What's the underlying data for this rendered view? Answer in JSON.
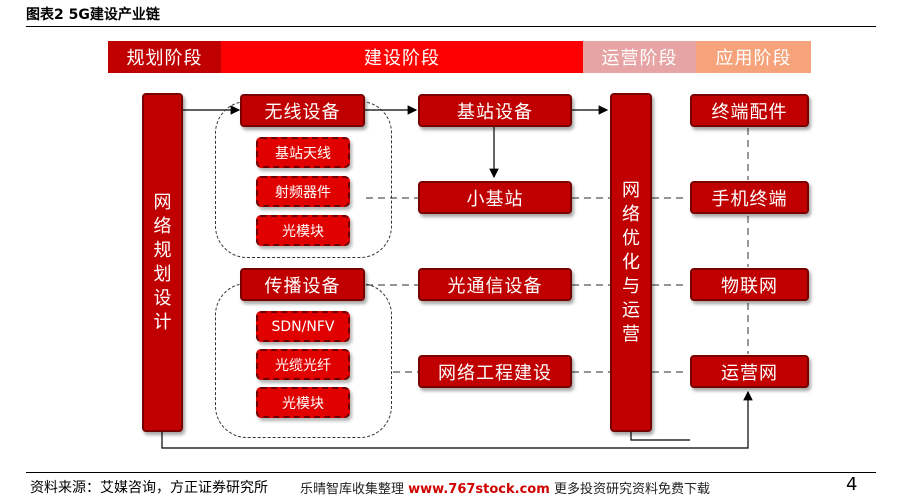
{
  "figure": {
    "title": "图表2 5G建设产业链",
    "source": "资料来源：艾媒咨询，方正证券研究所",
    "watermark_prefix": "乐晴智库收集整理",
    "watermark_url": "www.767stock.com",
    "watermark_suffix": "更多投资研究资料免费下载",
    "page_number": "4"
  },
  "colors": {
    "dark_red": "#c00000",
    "bright_red": "#ff0000",
    "pink": "#e6a4a4",
    "orange": "#f6a27a"
  },
  "stages": [
    {
      "label": "规划阶段",
      "color": "#c00000"
    },
    {
      "label": "建设阶段",
      "color": "#ff0000"
    },
    {
      "label": "运营阶段",
      "color": "#e6a4a4"
    },
    {
      "label": "应用阶段",
      "color": "#f6a27a"
    }
  ],
  "planning": {
    "chars": [
      "网",
      "络",
      "规",
      "划",
      "设",
      "计"
    ]
  },
  "wireless": {
    "label": "无线设备",
    "items": [
      "基站天线",
      "射频器件",
      "光模块"
    ]
  },
  "transmission": {
    "label": "传播设备",
    "items": [
      "SDN/NFV",
      "光缆光纤",
      "光模块"
    ]
  },
  "construction": {
    "base_station": "基站设备",
    "small_cell": "小基站",
    "optical_comm": "光通信设备",
    "network_eng": "网络工程建设"
  },
  "operation": {
    "chars": [
      "网",
      "络",
      "优",
      "化",
      "与",
      "运",
      "营"
    ]
  },
  "application": {
    "terminal_parts": "终端配件",
    "mobile_terminal": "手机终端",
    "iot": "物联网",
    "operator": "运营网"
  }
}
